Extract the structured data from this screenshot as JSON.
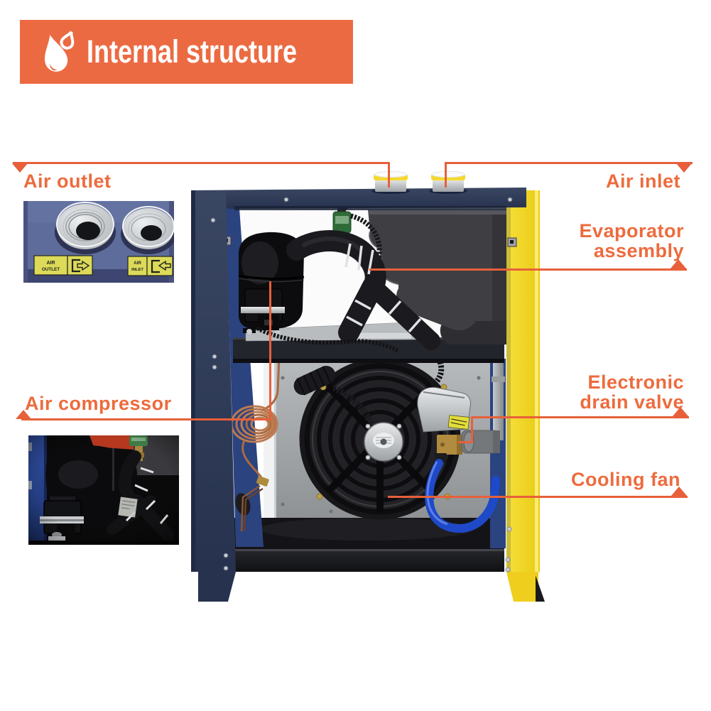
{
  "header": {
    "title": "Internal structure",
    "icon": "water-drop-icon",
    "bg_color": "#EC6A42"
  },
  "callouts": {
    "air_outlet": {
      "label": "Air outlet"
    },
    "air_inlet": {
      "label": "Air inlet"
    },
    "evaporator_assembly": {
      "line1": "Evaporator",
      "line2": "assembly"
    },
    "electronic_drain_valve": {
      "line1": "Electronic",
      "line2": "drain valve"
    },
    "cooling_fan": {
      "label": "Cooling fan"
    },
    "air_compressor": {
      "label": "Air compressor"
    }
  },
  "insets": {
    "ports_photo": {
      "outlet_sticker": {
        "line1": "AIR",
        "line2": "OUTLET",
        "arrow_icon": "air-out-arrow-icon"
      },
      "inlet_sticker": {
        "line1": "AIR",
        "line2": "INLET",
        "arrow_icon": "air-in-arrow-icon"
      }
    }
  },
  "colors": {
    "accent_orange": "#EC6A42",
    "label_orange": "#ED6B3D",
    "frame_navy": "#2B3A5E",
    "inner_blue": "#2B437F",
    "side_panel_yellow": "#F2D329",
    "hose_blue": "#1E49C8",
    "sticker_yellow": "#DCDA58"
  }
}
